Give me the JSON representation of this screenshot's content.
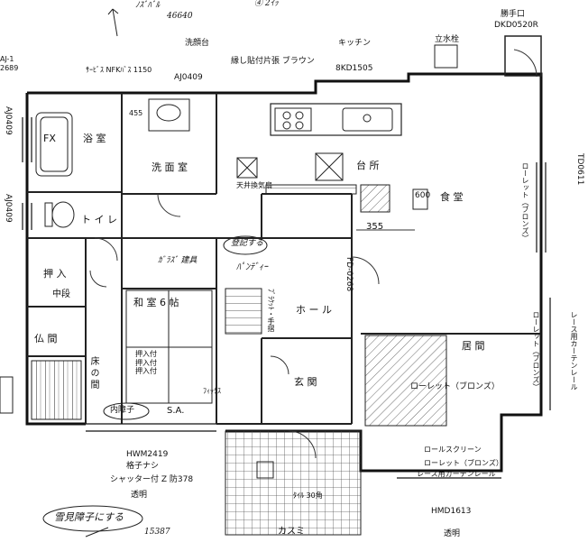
{
  "colors": {
    "ink": "#222222",
    "paper": "#ffffff",
    "hatch": "#444444"
  },
  "notes": {
    "top_hand_1": "ﾉｽﾞﾊﾞﾙ",
    "top_hand_2": "46640",
    "top_hand_3": "④ 2ｲｯ",
    "top_right_1": "勝手口",
    "top_right_code": "DKD0520R",
    "left_code_1": "AJ-1",
    "left_code_2": "2689",
    "window_top_1": "AJ0409",
    "bath_product": "ｻｰﾋﾞｽ NFKﾊﾞｽ 1150",
    "toilet_outside": "洗顔台",
    "kitchen_outside": "キッチン",
    "window_kitchen": "8KD1505",
    "outside_faucet": "立水栓",
    "wood_floor": "縁し貼付片張 ブラウン",
    "dim_455": "455",
    "dim_600": "600",
    "dim_355": "355",
    "left_window_top": "AJ0409",
    "left_window_bottom": "AJ0409",
    "right_window": "TD0611",
    "hall_window": "FD-0268",
    "hall_handnote": "ﾊﾟﾝﾃﾞｨｰ",
    "ventilation": "天井換気扇",
    "stair_note": "ﾌﾞﾗｹｯﾄ・手摺",
    "tatami_note": "押入付\n押入付\n押入付",
    "circle_note": "登記する",
    "pink_note": "ｶﾞﾗｽﾞ 建具",
    "door_note": "内障子",
    "sa": "S.A.",
    "fixed": "ﾌｨｯｸｽ",
    "bottom_window": "HWM2419",
    "bottom_window_2": "格子ナシ",
    "shutter": "シャッター付 Z 防378",
    "bottom_clear": "透明",
    "bottom_circle": "雪見障子にする",
    "bottom_hand": "15387",
    "bottom_code": "HMD1613",
    "bottom_clear_2": "透明",
    "entrance_floor": "カスミ",
    "entrance_tile": "ﾀｲﾙ 30角",
    "roll_1": "ロールスクリーン",
    "roll_2": "ローレット（ブロンズ）",
    "curtain_1": "レース用カーテンレール",
    "curtain_bottom": "レース用カーテンレール",
    "rail_right": "ローレット（ブロンズ）",
    "rail_bottom": "ローレット（ブロンズ）",
    "rail_top": "ローレット（ブロンズ）"
  },
  "rooms": {
    "bath": "浴 室",
    "fx": "FX",
    "washroom": "洗 面 室",
    "toilet": "ト イ レ",
    "kitchen": "台 所",
    "dining": "食 堂",
    "closet": "押 入",
    "closet_mid": "中段",
    "tatami": "和 室 6 帖",
    "hall": "ホ ー ル",
    "living": "居 間",
    "entrance": "玄 関",
    "butsuma": "仏 間",
    "floor_space": "床 の 間"
  }
}
